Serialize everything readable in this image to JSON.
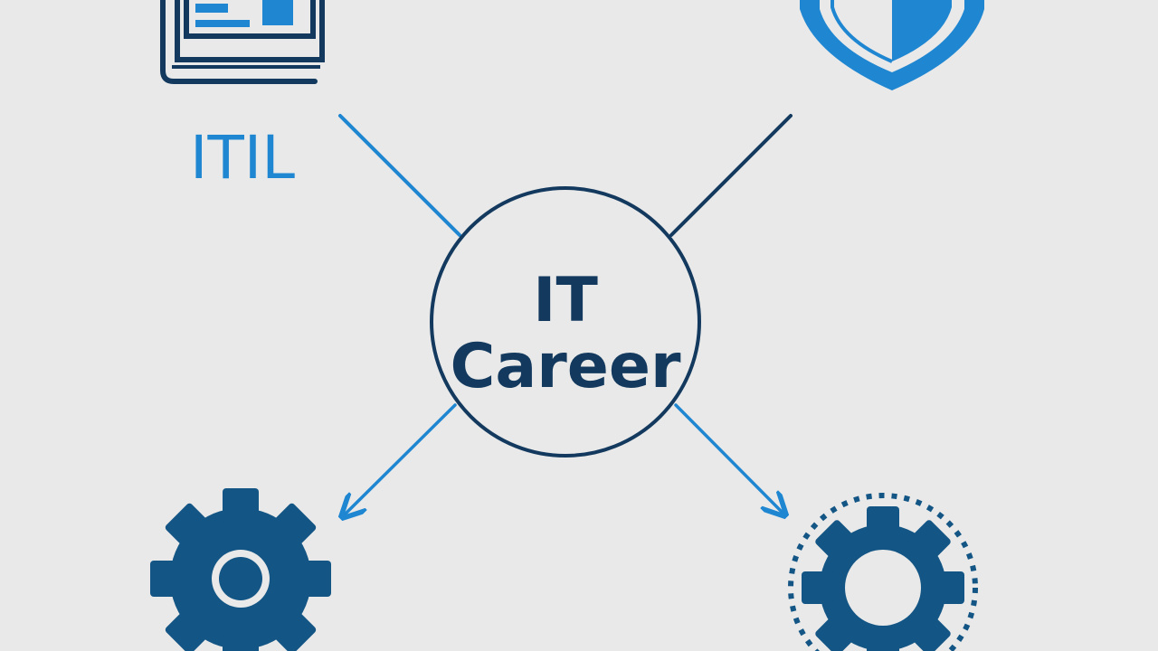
{
  "diagram": {
    "center": {
      "line1": "IT",
      "line2": "Career"
    },
    "nodes": {
      "top_left": {
        "label": "ITIL",
        "icon": "book-icon"
      },
      "top_right": {
        "label": "",
        "icon": "shield-icon"
      },
      "bottom_left": {
        "label": "",
        "icon": "gear-icon"
      },
      "bottom_right": {
        "label": "",
        "icon": "gear-dotted-ring-icon"
      }
    }
  },
  "colors": {
    "background": "#e9e9e9",
    "navy": "#133a5e",
    "blue": "#1f86d1",
    "gear": "#135584"
  }
}
